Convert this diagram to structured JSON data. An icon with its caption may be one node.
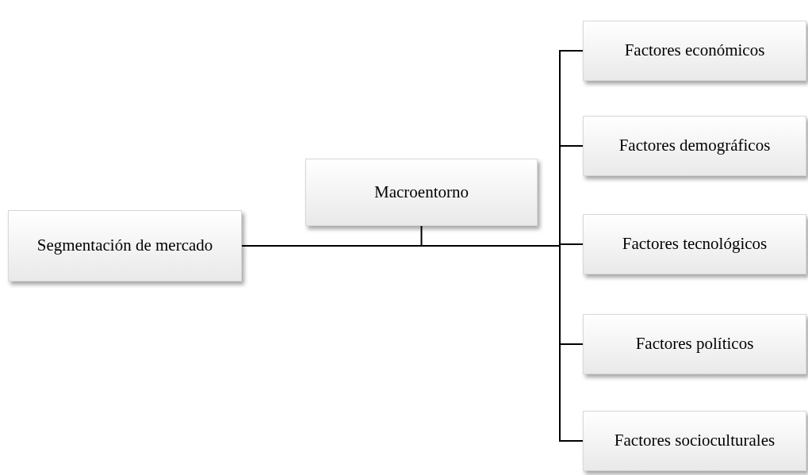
{
  "diagram": {
    "nodes": [
      {
        "text": [
          "Segmentación de mercado"
        ]
      },
      {
        "text": [
          "Macroentorno"
        ]
      },
      {
        "text": [
          "Factores económicos"
        ]
      },
      {
        "text": [
          "Factores demográficos"
        ]
      },
      {
        "text": [
          "Factores tecnológicos"
        ]
      },
      {
        "text": [
          "Factores políticos"
        ]
      },
      {
        "text": [
          "Factores socioculturales"
        ]
      }
    ],
    "edges": [
      {
        "from": 0,
        "to": 1,
        "arrow": "none"
      },
      {
        "from": 0,
        "to": 2,
        "arrow": "none"
      },
      {
        "from": 0,
        "to": 3,
        "arrow": "none"
      },
      {
        "from": 0,
        "to": 4,
        "arrow": "none"
      },
      {
        "from": 0,
        "to": 5,
        "arrow": "none"
      },
      {
        "from": 0,
        "to": 6,
        "arrow": "none"
      }
    ]
  }
}
